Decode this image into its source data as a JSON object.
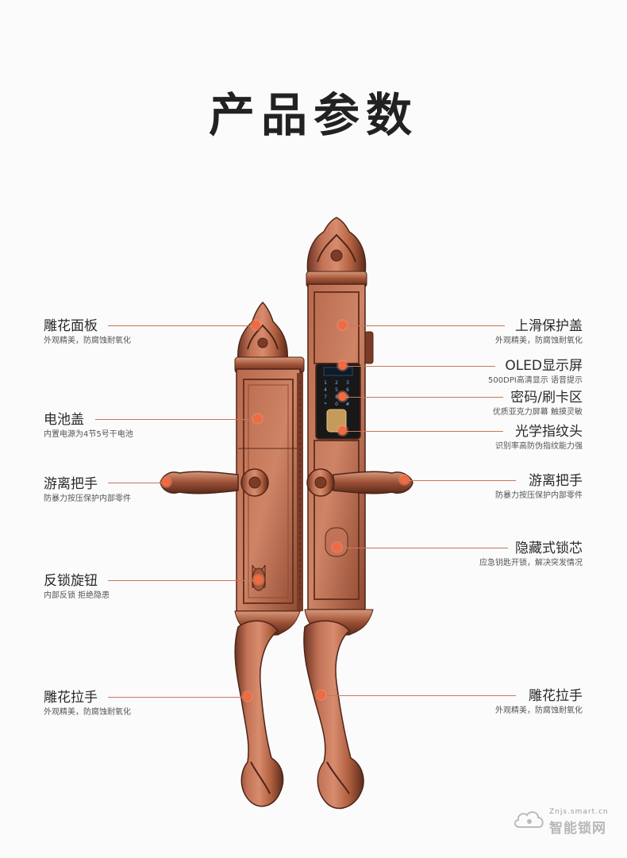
{
  "title": "产品参数",
  "callouts": {
    "carved_panel": {
      "name": "雕花面板",
      "desc": "外观精美，防腐蚀耐氧化"
    },
    "battery_cover": {
      "name": "电池盖",
      "desc": "内置电源为4节5号干电池"
    },
    "handle_left": {
      "name": "游离把手",
      "desc": "防暴力按压保护内部零件"
    },
    "anti_lock_knob": {
      "name": "反锁旋钮",
      "desc": "内部反锁 拒绝隐患"
    },
    "pull_handle_left": {
      "name": "雕花拉手",
      "desc": "外观精美，防腐蚀耐氧化"
    },
    "slide_cover": {
      "name": "上滑保护盖",
      "desc": "外观精美，防腐蚀耐氧化"
    },
    "oled_screen": {
      "name": "OLED显示屏",
      "desc": "500DPI高清显示 语音提示"
    },
    "password_card": {
      "name": "密码/刷卡区",
      "desc": "优质亚克力屏幕 触摸灵敏"
    },
    "fingerprint": {
      "name": "光学指纹头",
      "desc": "识别率高防伪指纹能力强"
    },
    "handle_right": {
      "name": "游离把手",
      "desc": "防暴力按压保护内部零件"
    },
    "hidden_core": {
      "name": "隐藏式锁芯",
      "desc": "应急钥匙开锁，解决突发情况"
    },
    "pull_handle_right": {
      "name": "雕花拉手",
      "desc": "外观精美，防腐蚀耐氧化"
    }
  },
  "keypad": {
    "keys": [
      "1",
      "2",
      "3",
      "4",
      "5",
      "6",
      "7",
      "8",
      "9",
      "*",
      "0",
      "#"
    ]
  },
  "watermark": {
    "top": "Znjs.smart.cn",
    "main": "智能锁网",
    "icon": "cloud-icon"
  },
  "colors": {
    "copper": "#a55a3e",
    "copper_dark": "#5e2f20",
    "copper_light": "#d9987a",
    "dot": "#f06a42",
    "leader": "#c8775a"
  }
}
